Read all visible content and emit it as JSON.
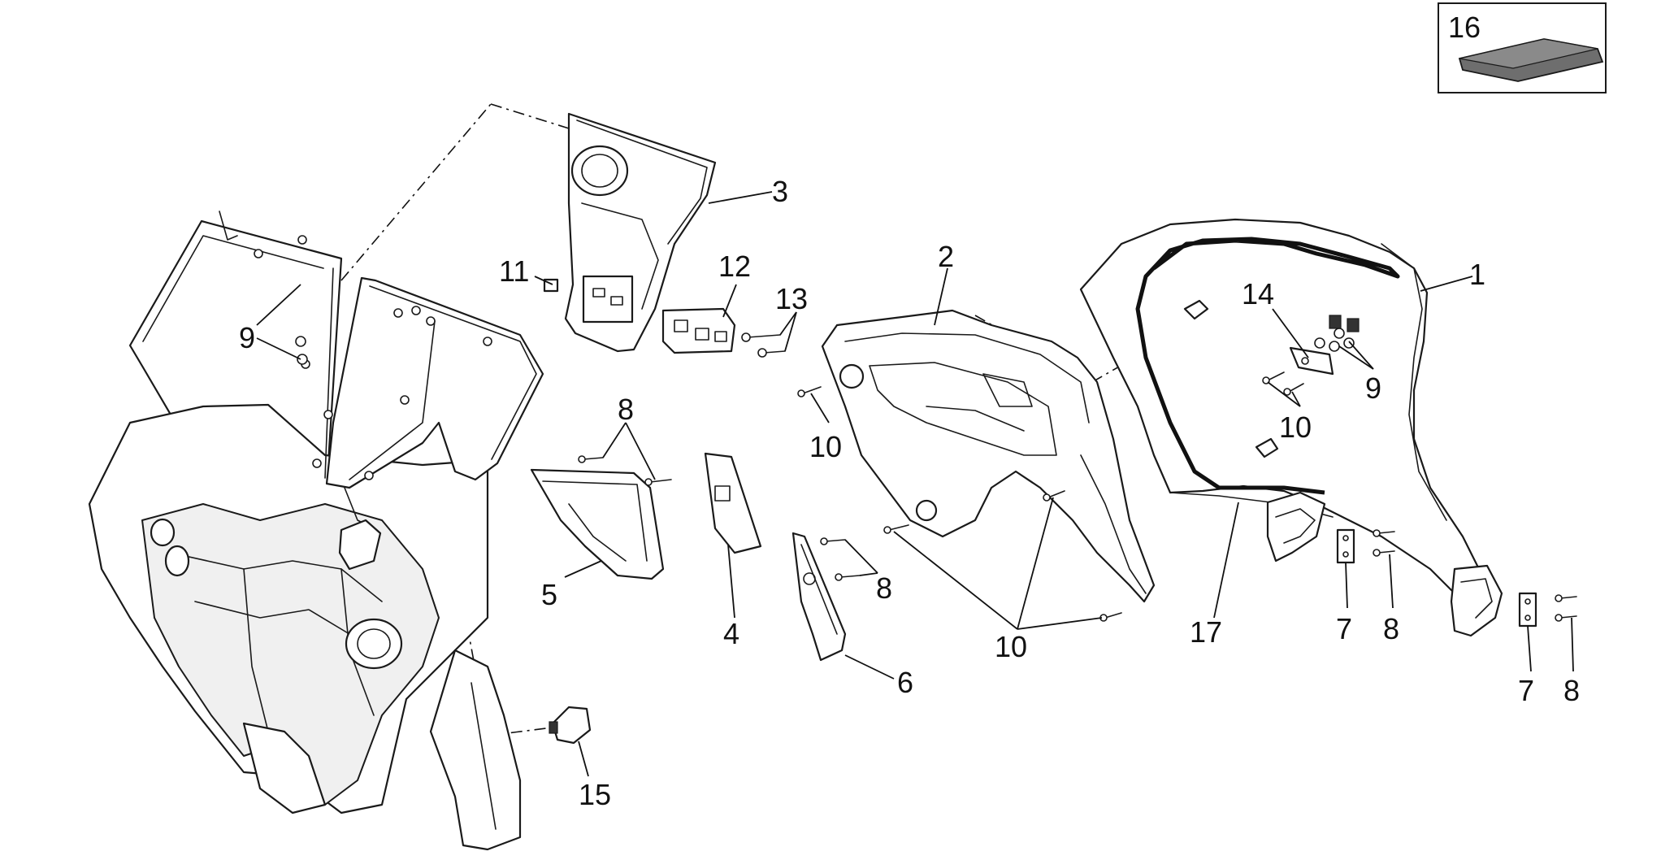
{
  "diagram": {
    "labels": {
      "l1": "1",
      "l2": "2",
      "l3": "3",
      "l4": "4",
      "l5": "5",
      "l6": "6",
      "l7a": "7",
      "l7b": "7",
      "l8a": "8",
      "l8b": "8",
      "l8c": "8",
      "l8d": "8",
      "l9a": "9",
      "l9b": "9",
      "l10a": "10",
      "l10b": "10",
      "l10c": "10",
      "l11": "11",
      "l12": "12",
      "l13": "13",
      "l14": "14",
      "l15": "15",
      "l16": "16",
      "l17": "17"
    },
    "colors": {
      "line": "#1a1a1a",
      "background": "#ffffff",
      "mat": "#6e6e6e"
    }
  }
}
